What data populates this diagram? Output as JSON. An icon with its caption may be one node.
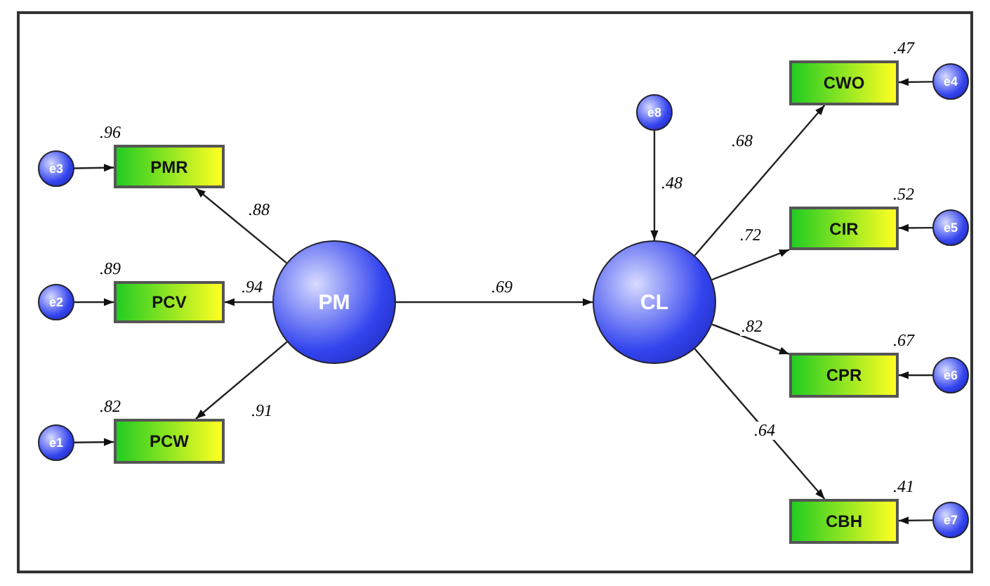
{
  "diagram": {
    "nodes": [
      {
        "text": [
          "e3"
        ]
      },
      {
        "text": [
          "PMR"
        ],
        "beside": [
          ".96"
        ]
      },
      {
        "text": [
          "e2"
        ]
      },
      {
        "text": [
          "PCV"
        ],
        "beside": [
          ".89"
        ]
      },
      {
        "text": [
          "e1"
        ]
      },
      {
        "text": [
          "PCW"
        ],
        "beside": [
          ".82"
        ]
      },
      {
        "text": [
          "PM"
        ]
      },
      {
        "text": [
          "e8"
        ]
      },
      {
        "text": [
          "CL"
        ]
      },
      {
        "text": [
          "CWO"
        ],
        "beside": [
          ".47"
        ]
      },
      {
        "text": [
          "e4"
        ]
      },
      {
        "text": [
          "CIR"
        ],
        "beside": [
          ".52"
        ]
      },
      {
        "text": [
          "e5"
        ]
      },
      {
        "text": [
          "CPR"
        ],
        "beside": [
          ".67"
        ]
      },
      {
        "text": [
          "e6"
        ]
      },
      {
        "text": [
          "CBH"
        ],
        "beside": [
          ".41"
        ]
      },
      {
        "text": [
          "e7"
        ]
      }
    ],
    "edges": [
      {
        "from": 0,
        "to": 1,
        "arrow": "to"
      },
      {
        "from": 6,
        "to": 1,
        "arrow": "to",
        "label": ".88"
      },
      {
        "from": 2,
        "to": 3,
        "arrow": "to"
      },
      {
        "from": 6,
        "to": 3,
        "arrow": "to",
        "label": ".94"
      },
      {
        "from": 4,
        "to": 5,
        "arrow": "to"
      },
      {
        "from": 6,
        "to": 5,
        "arrow": "to",
        "label": ".91"
      },
      {
        "from": 6,
        "to": 8,
        "arrow": "to",
        "label": ".69"
      },
      {
        "from": 7,
        "to": 8,
        "arrow": "to",
        "label": ".48"
      },
      {
        "from": 8,
        "to": 9,
        "arrow": "to",
        "label": ".68"
      },
      {
        "from": 10,
        "to": 9,
        "arrow": "to"
      },
      {
        "from": 8,
        "to": 11,
        "arrow": "to",
        "label": ".72"
      },
      {
        "from": 12,
        "to": 11,
        "arrow": "to"
      },
      {
        "from": 8,
        "to": 13,
        "arrow": "to",
        "label": ".82"
      },
      {
        "from": 14,
        "to": 13,
        "arrow": "to"
      },
      {
        "from": 8,
        "to": 15,
        "arrow": "to",
        "label": ".64"
      },
      {
        "from": 16,
        "to": 15,
        "arrow": "to"
      }
    ]
  }
}
